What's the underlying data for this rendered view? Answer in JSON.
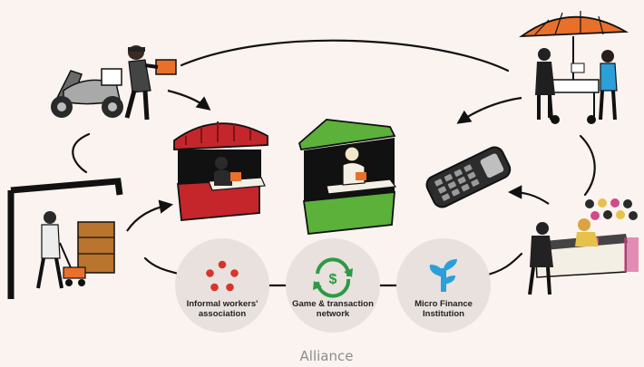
{
  "alliance": {
    "label": "Alliance",
    "items": [
      {
        "label": "Informal workers' association",
        "icon": "people-ring-icon",
        "color": "#d9342b"
      },
      {
        "label": "Game & transaction network",
        "icon": "dollar-cycle-icon",
        "color": "#2e9a43"
      },
      {
        "label": "Micro Finance Institution",
        "icon": "plant-sprout-icon",
        "color": "#2a9fd8"
      }
    ]
  },
  "colors": {
    "background": "#fbf3f0",
    "circle": "#e8e1de",
    "kiosk_red": "#c4262b",
    "kiosk_green": "#5bb13a",
    "umbrella_orange": "#e8702a"
  },
  "illustrations": [
    "delivery-scooter-worker",
    "red-kiosk",
    "green-kiosk",
    "mobile-phone",
    "street-vendor-umbrella",
    "market-stall-vendor",
    "porter-with-cart"
  ]
}
